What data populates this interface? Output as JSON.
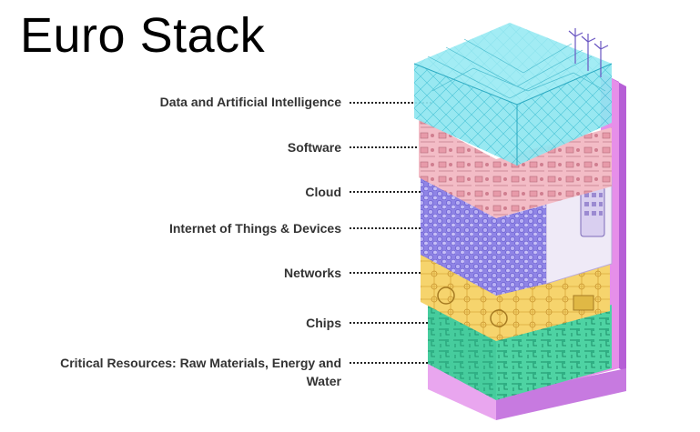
{
  "title": "Euro Stack",
  "layers": [
    {
      "label": "Data and Artificial Intelligence",
      "color": "#7fe3ee"
    },
    {
      "label": "Software",
      "color": "#f2b8c2"
    },
    {
      "label": "Cloud",
      "color": "#9b8fe8"
    },
    {
      "label": "Internet of Things & Devices",
      "color": "#c9b5f0"
    },
    {
      "label": "Networks",
      "color": "#f5d26a"
    },
    {
      "label": "Chips",
      "color": "#55d9a9"
    },
    {
      "label": "Critical Resources: Raw Materials, Energy and Water",
      "color": "#e48ee8"
    }
  ]
}
